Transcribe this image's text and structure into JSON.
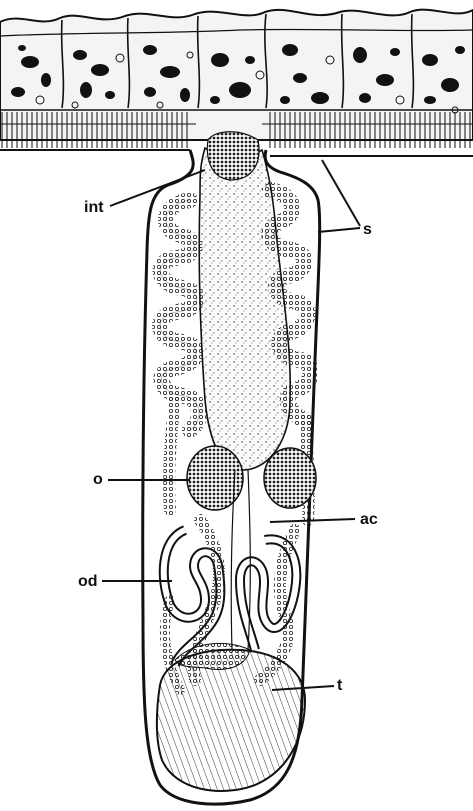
{
  "labels": {
    "int": "int",
    "s": "s",
    "o": "o",
    "ac": "ac",
    "od": "od",
    "t": "t"
  },
  "colors": {
    "ink": "#111111",
    "paper": "#ffffff",
    "cell_fill": "#f4f4f4"
  }
}
